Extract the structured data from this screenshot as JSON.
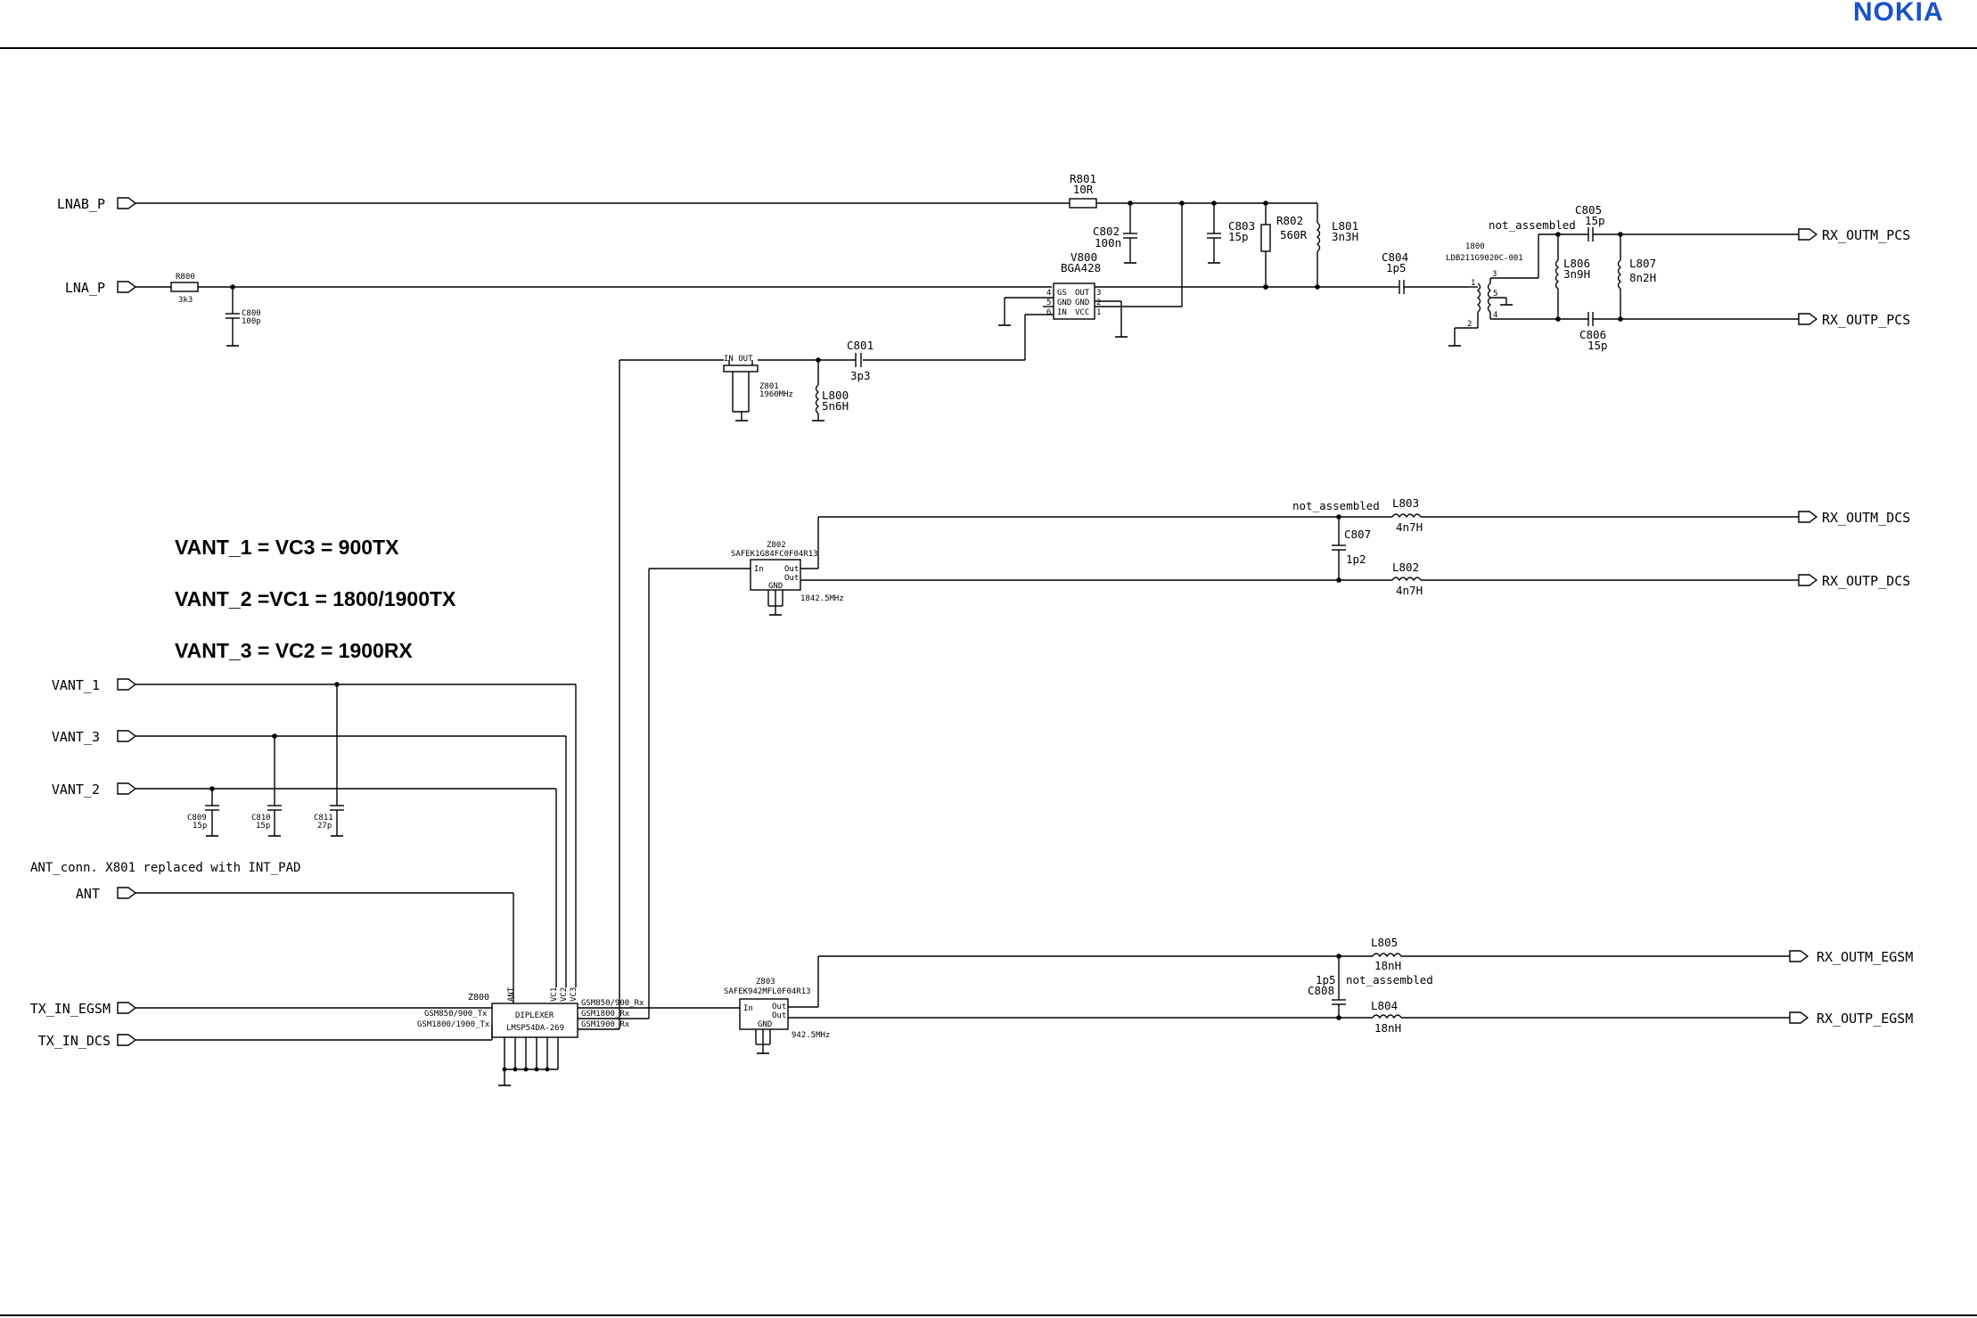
{
  "header": {
    "logo": "NOKIA",
    "logo_color": "#1a52c7"
  },
  "notes": {
    "vant1": "VANT_1 = VC3 = 900TX",
    "vant2": "VANT_2 =VC1 = 1800/1900TX",
    "vant3": "VANT_3 = VC2 = 1900RX",
    "ant_note": "ANT_conn. X801 replaced with INT_PAD"
  },
  "ports": {
    "inputs": [
      "LNAB_P",
      "LNA_P",
      "VANT_1",
      "VANT_3",
      "VANT_2",
      "ANT",
      "TX_IN_EGSM",
      "TX_IN_DCS"
    ],
    "outputs": [
      "RX_OUTM_PCS",
      "RX_OUTP_PCS",
      "RX_OUTM_DCS",
      "RX_OUTP_DCS",
      "RX_OUTM_EGSM",
      "RX_OUTP_EGSM"
    ]
  },
  "components": {
    "r800": {
      "ref": "R800",
      "value": "3k3"
    },
    "c800": {
      "ref": "C800",
      "value": "100p"
    },
    "r801": {
      "ref": "R801",
      "value": "10R"
    },
    "c802": {
      "ref": "C802",
      "value": "100n"
    },
    "c803": {
      "ref": "C803",
      "value": "15p"
    },
    "r802": {
      "ref": "R802",
      "value": "560R"
    },
    "l801": {
      "ref": "L801",
      "value": "3n3H"
    },
    "v800": {
      "ref": "V800",
      "value": "BGA428",
      "pins": [
        "GS",
        "GND",
        "IN",
        "OUT",
        "GND",
        "VCC"
      ],
      "pin_nums": [
        "4",
        "5",
        "6",
        "3",
        "2",
        "1"
      ]
    },
    "c804": {
      "ref": "C804",
      "value": "1p5"
    },
    "c801": {
      "ref": "C801",
      "value": "3p3"
    },
    "l800": {
      "ref": "L800",
      "value": "5n6H"
    },
    "z801": {
      "ref": "Z801",
      "value": "1960MHz",
      "pins": "IN OUT"
    },
    "balun": {
      "name": "1800",
      "part": "LDB211G9020C-001",
      "na": "not_assembled",
      "pins": [
        "1",
        "2",
        "3",
        "4",
        "5"
      ]
    },
    "c805": {
      "ref": "C805",
      "value": "15p"
    },
    "c806": {
      "ref": "C806",
      "value": "15p"
    },
    "l806": {
      "ref": "L806",
      "value": "3n9H"
    },
    "l807": {
      "ref": "L807",
      "value": "8n2H"
    },
    "z802": {
      "ref": "Z802",
      "part": "SAFEK1G84FC0F04R13",
      "freq": "1842.5MHz",
      "pins": [
        "In",
        "Out",
        "Out",
        "GND"
      ]
    },
    "c807": {
      "ref": "C807",
      "value": "1p2",
      "na": "not_assembled"
    },
    "l803": {
      "ref": "L803",
      "value": "4n7H"
    },
    "l802": {
      "ref": "L802",
      "value": "4n7H"
    },
    "c809": {
      "ref": "C809",
      "value": "15p"
    },
    "c810": {
      "ref": "C810",
      "value": "15p"
    },
    "c811": {
      "ref": "C811",
      "value": "27p"
    },
    "z800": {
      "ref": "Z800",
      "name": "DIPLEXER",
      "part": "LMSP54DA-269",
      "in_pins": [
        "GSM850/900_Tx",
        "GSM1800/1900_Tx"
      ],
      "out_pins": [
        "GSM850/900_Rx",
        "GSM1800_Rx",
        "GSM1900_Rx"
      ],
      "top_pins": [
        "ANT",
        "VC1",
        "VC2",
        "VC3"
      ]
    },
    "z803": {
      "ref": "Z803",
      "part": "SAFEK942MFL0F04R13",
      "freq": "942.5MHz",
      "pins": [
        "In",
        "Out",
        "Out",
        "GND"
      ]
    },
    "l805": {
      "ref": "L805",
      "value": "18nH"
    },
    "l804": {
      "ref": "L804",
      "value": "18nH"
    },
    "c808": {
      "ref": "C808",
      "value": "1p5",
      "na": "not_assembled"
    }
  }
}
